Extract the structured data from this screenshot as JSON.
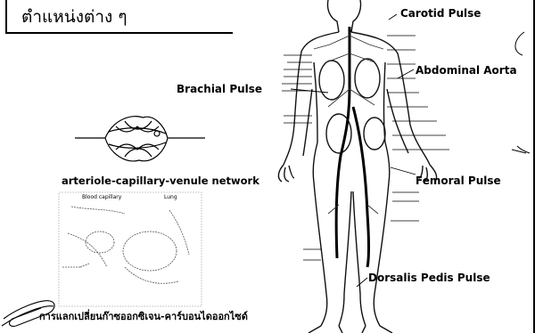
{
  "title": "ตำแหน่งต่าง ๆ",
  "labels": {
    "carotid": "Carotid Pulse",
    "abdominal": "Abdominal Aorta",
    "brachial": "Brachial Pulse",
    "network": "arteriole-capillary-venule network",
    "femoral": "Femoral Pulse",
    "dorsalis": "Dorsalis Pedis Pulse"
  },
  "inset": {
    "left_label": "Blood capillary",
    "right_label": "Lung"
  },
  "caption": "การแลกเปลี่ยนก๊าซออกซิเจน-คาร์บอนไดออกไซด์"
}
